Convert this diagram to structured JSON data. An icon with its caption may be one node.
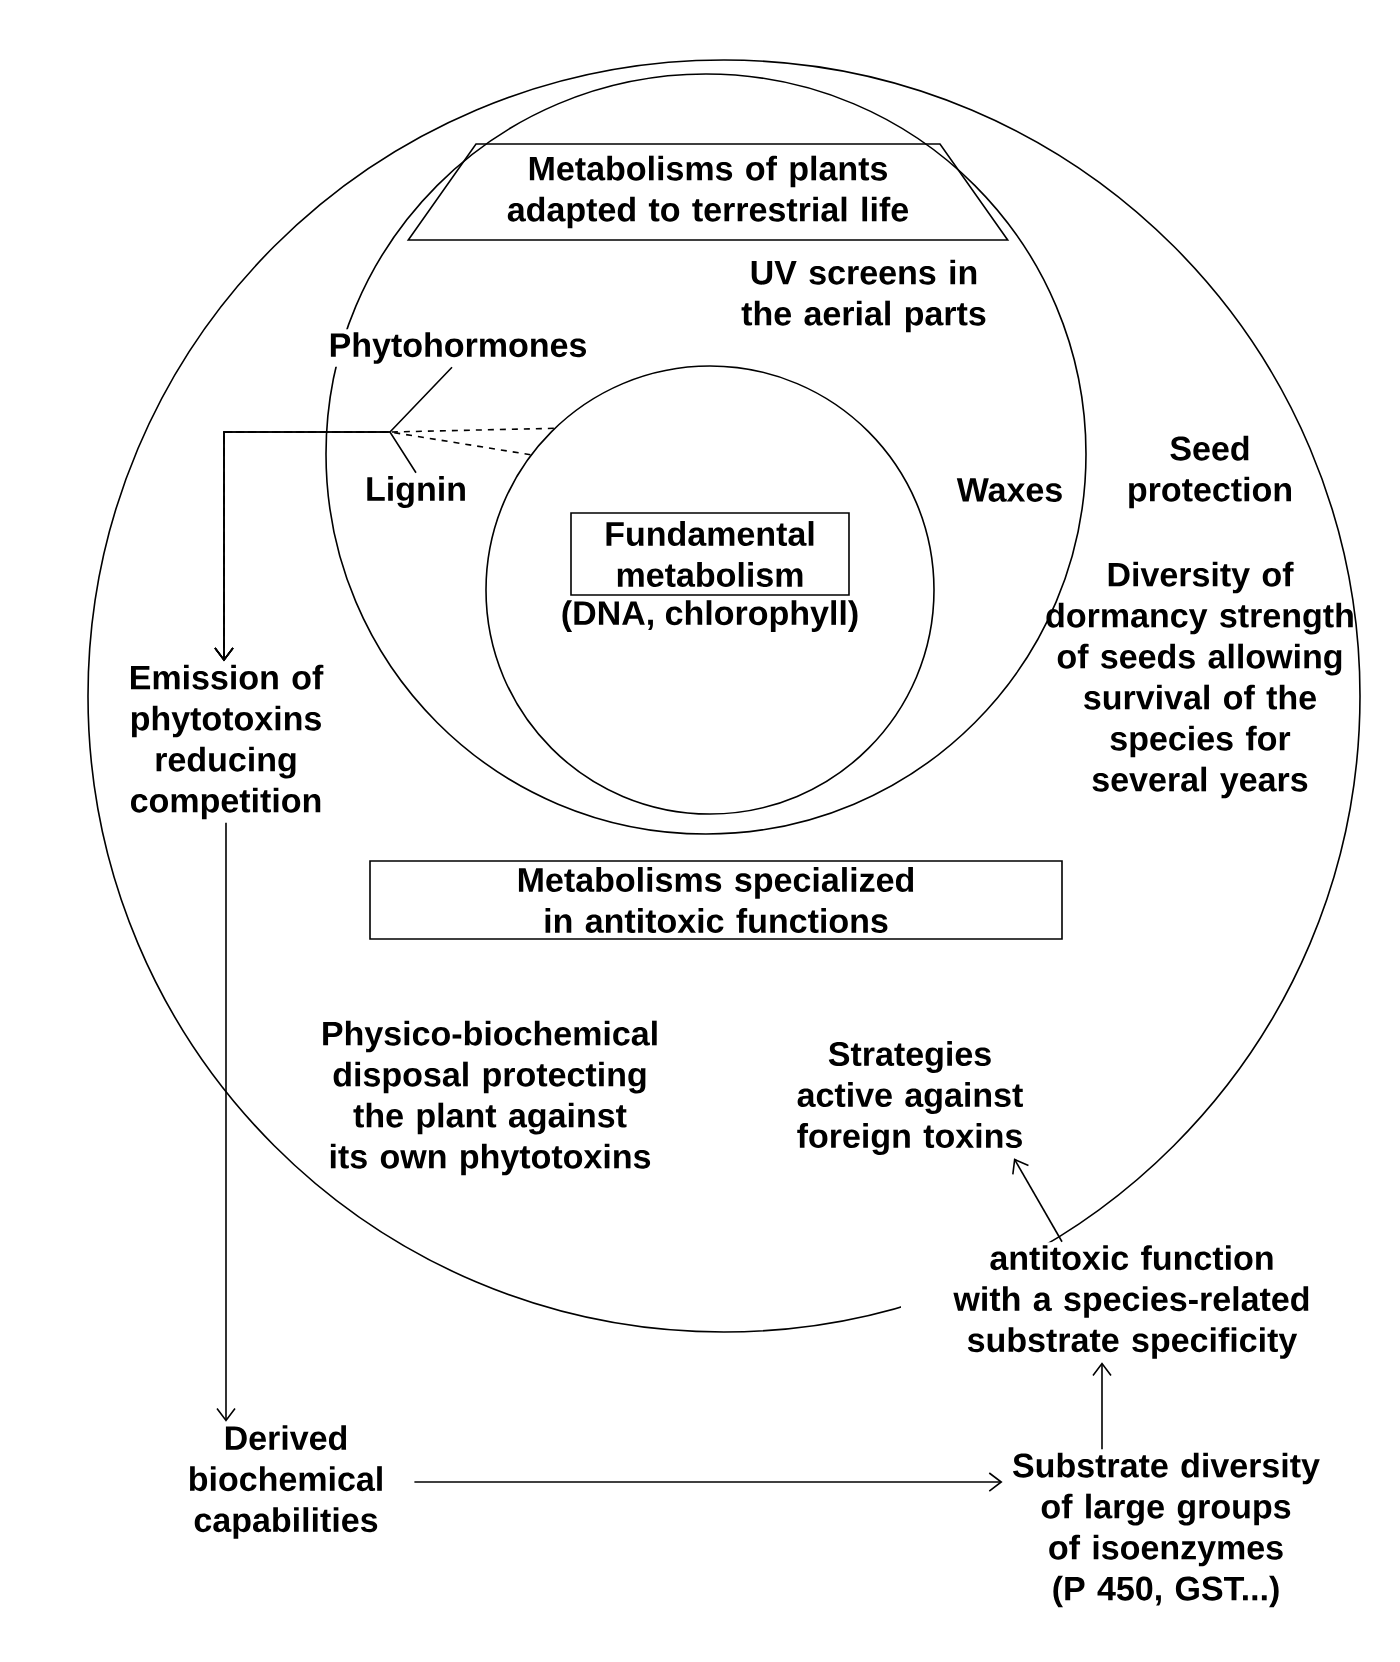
{
  "diagram": {
    "nodes": [
      {
        "text": [],
        "shape": "circle"
      },
      {
        "text": [],
        "shape": "circle",
        "in": 0
      },
      {
        "text": [],
        "shape": "circle",
        "in": 1
      },
      {
        "text": [
          "Metabolisms of plants adapted to terrestrial life"
        ],
        "in": 1
      },
      {
        "text": [
          "UV screens in the aerial parts"
        ],
        "in": 1
      },
      {
        "text": [
          "Phytohormones"
        ],
        "in": 1
      },
      {
        "text": [
          "Lignin"
        ],
        "in": 1
      },
      {
        "text": [
          "Fundamental metabolism"
        ],
        "in": 2,
        "beside": [
          "(DNA, chlorophyll)"
        ]
      },
      {
        "text": [
          "Waxes"
        ],
        "in": 1
      },
      {
        "text": [
          "Seed protection"
        ],
        "in": 0
      },
      {
        "text": [
          "Diversity of dormancy strength of seeds allowing survival of the species for several years"
        ],
        "in": 0
      },
      {
        "text": [
          "Emission of phytotoxins reducing competition"
        ],
        "in": 0
      },
      {
        "text": [
          "Metabolisms specialized in antitoxic functions"
        ],
        "in": 0
      },
      {
        "text": [
          "Physico-biochemical disposal protecting the plant against its own phytotoxins"
        ],
        "in": 0
      },
      {
        "text": [
          "Strategies active against foreign toxins"
        ],
        "in": 0
      },
      {
        "text": [
          "antitoxic function with a species-related substrate specificity"
        ]
      },
      {
        "text": [
          "Derived biochemical capabilities"
        ]
      },
      {
        "text": [
          "Substrate diversity of large groups of isoenzymes (P 450, GST...)"
        ]
      }
    ],
    "edges": [
      {
        "from": 5,
        "to": 11,
        "arrow": "to"
      },
      {
        "from": 6,
        "to": 11,
        "arrow": "to"
      },
      {
        "from": 2,
        "to": 11,
        "arrow": "to",
        "style": "dashed"
      },
      {
        "from": 2,
        "to": 11,
        "arrow": "to",
        "style": "dashed"
      },
      {
        "from": 11,
        "to": 16,
        "arrow": "to"
      },
      {
        "from": 16,
        "to": 17,
        "arrow": "to"
      },
      {
        "from": 17,
        "to": 15,
        "arrow": "to"
      },
      {
        "from": 15,
        "to": 14,
        "arrow": "to"
      }
    ]
  }
}
